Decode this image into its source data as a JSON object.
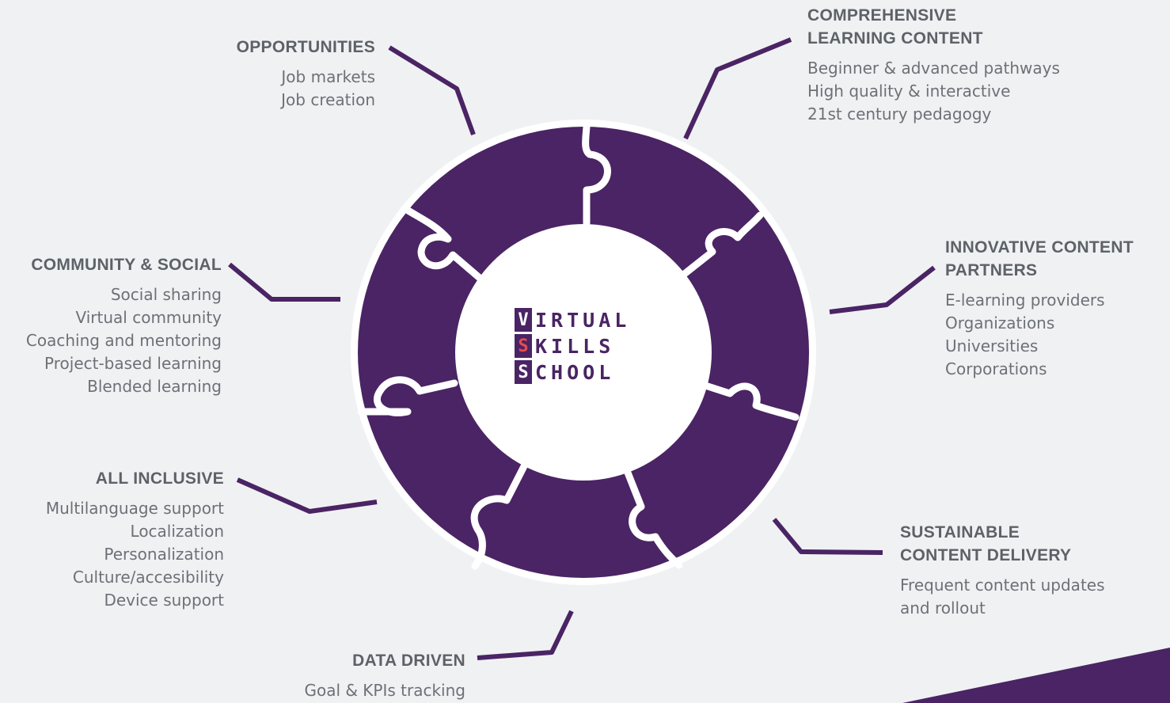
{
  "colors": {
    "background": "#f0f1f3",
    "ring": "#4a2464",
    "connector": "#4a2464",
    "center": "#ffffff",
    "title_text": "#5d6268",
    "item_text": "#6c7177",
    "logo_red": "#e94b4b"
  },
  "logo": {
    "lines": [
      {
        "first": "V",
        "rest": "IRTUAL",
        "highlight": false
      },
      {
        "first": "S",
        "rest": "KILLS",
        "highlight": true
      },
      {
        "first": "S",
        "rest": "CHOOL",
        "highlight": false
      }
    ]
  },
  "blocks": [
    {
      "id": "opportunities",
      "title": [
        "OPPORTUNITIES"
      ],
      "items": [
        "Job markets",
        "Job creation"
      ]
    },
    {
      "id": "comprehensive-learning-content",
      "title": [
        "COMPREHENSIVE",
        "LEARNING CONTENT"
      ],
      "items": [
        "Beginner & advanced pathways",
        "High quality & interactive",
        "21st century pedagogy"
      ]
    },
    {
      "id": "innovative-content-partners",
      "title": [
        "INNOVATIVE CONTENT",
        "PARTNERS"
      ],
      "items": [
        "E-learning providers",
        "Organizations",
        "Universities",
        "Corporations"
      ]
    },
    {
      "id": "sustainable-content-delivery",
      "title": [
        "SUSTAINABLE",
        "CONTENT DELIVERY"
      ],
      "items": [
        "Frequent content updates",
        "and rollout"
      ]
    },
    {
      "id": "data-driven",
      "title": [
        "DATA DRIVEN"
      ],
      "items": [
        "Goal & KPIs tracking"
      ]
    },
    {
      "id": "all-inclusive",
      "title": [
        "ALL INCLUSIVE"
      ],
      "items": [
        "Multilanguage support",
        "Localization",
        "Personalization",
        "Culture/accesibility",
        "Device support"
      ]
    },
    {
      "id": "community-social",
      "title": [
        "COMMUNITY & SOCIAL"
      ],
      "items": [
        "Social sharing",
        "Virtual community",
        "Coaching and mentoring",
        "Project-based learning",
        "Blended learning"
      ]
    }
  ]
}
